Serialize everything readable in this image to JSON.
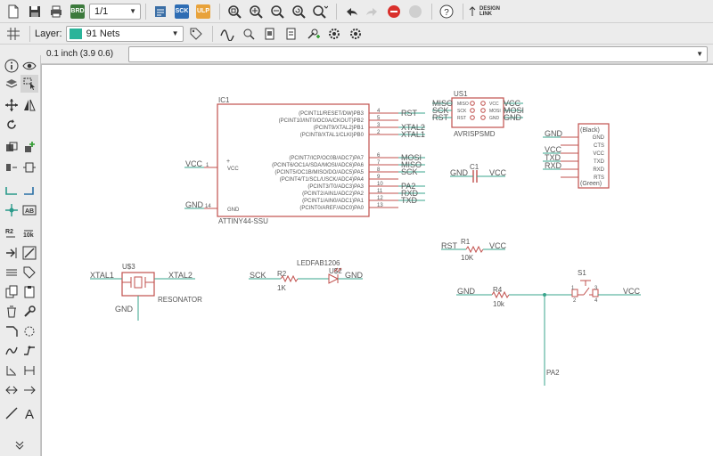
{
  "toolbar": {
    "sheet_value": "1/1",
    "sheet_badge": "BRD",
    "sck_badge": "SCK",
    "ulp_badge": "ULP",
    "design_link_label": "DESIGN LINK"
  },
  "toolbar2": {
    "layer_label": "Layer:",
    "layer_value": "91 Nets",
    "layer_color": "#2ab49a"
  },
  "command": {
    "coord_readout": "0.1 inch (3.9 0.6)",
    "input_value": ""
  },
  "colors": {
    "net": "#3aa58c",
    "part": "#c0504d",
    "text": "#555555"
  },
  "schematic": {
    "ic1": {
      "name": "IC1",
      "value": "ATTINY44-SSU",
      "left_pins": [
        {
          "label": "VCC",
          "num": "1",
          "net": "VCC"
        },
        {
          "label": "GND",
          "num": "14",
          "net": "GND"
        }
      ],
      "right_pins": [
        {
          "label": "(PCINT11/RESET/DW)PB3",
          "num": "4",
          "net": "RST"
        },
        {
          "label": "(PCINT10/INT0/OC0A/CKOUT)PB2",
          "num": "5",
          "net": ""
        },
        {
          "label": "(PCINT9/XTAL2)PB1",
          "num": "3",
          "net": "XTAL2"
        },
        {
          "label": "(PCINT8/XTAL1/CLKI)PB0",
          "num": "2",
          "net": "XTAL1"
        },
        {
          "label": "(PCINT7/ICP/OC0B/ADC7)PA7",
          "num": "6",
          "net": "MOSI"
        },
        {
          "label": "(PCINT6/OC1A/SDA/MOSI/ADC6)PA6",
          "num": "7",
          "net": "MISO"
        },
        {
          "label": "(PCINT5/OC1B/MISO/DO/ADC5)PA5",
          "num": "8",
          "net": "SCK"
        },
        {
          "label": "(PCINT4/T1/SCL/USCK/ADC4)PA4",
          "num": "9",
          "net": ""
        },
        {
          "label": "(PCINT3/T0/ADC3)PA3",
          "num": "10",
          "net": "PA2"
        },
        {
          "label": "(PCINT2/AIN1/ADC2)PA2",
          "num": "11",
          "net": "RXD"
        },
        {
          "label": "(PCINT1/AIN0/ADC1)PA1",
          "num": "12",
          "net": "TXD"
        },
        {
          "label": "(PCINT0/AREF/ADC0)PA0",
          "num": "13",
          "net": ""
        }
      ],
      "inner_vcc": "VCC",
      "inner_gnd": "GND"
    },
    "us1": {
      "name": "US1",
      "value": "AVRISPSMD",
      "left_nets": [
        "MISO",
        "SCK",
        "RST"
      ],
      "right_nets": [
        "VCC",
        "MOSI",
        "GND"
      ],
      "inner_left": [
        "MISO",
        "SCK",
        "RST"
      ],
      "inner_right": [
        "VCC",
        "MOSI",
        "GND"
      ]
    },
    "c1": {
      "name": "C1",
      "left": "GND",
      "right": "VCC"
    },
    "ftdi": {
      "top": "(Black)",
      "bottom": "(Green)",
      "pins": [
        "GND",
        "CTS",
        "VCC",
        "TXD",
        "RXD",
        "RTS"
      ],
      "nets": [
        "GND",
        "",
        "VCC",
        "TXD",
        "RXD",
        ""
      ]
    },
    "r1": {
      "name": "R1",
      "value": "10K",
      "left": "RST",
      "right": "VCC"
    },
    "u3": {
      "name": "U$3",
      "value": "RESONATOR",
      "left": "XTAL1",
      "right": "XTAL2",
      "bottom": "GND"
    },
    "r2": {
      "name": "R2",
      "value": "1K",
      "left": "SCK"
    },
    "led": {
      "name": "U$2",
      "value": "LEDFAB1206",
      "right": "GND"
    },
    "r4": {
      "name": "R4",
      "value": "10k",
      "left": "GND",
      "bottom": "PA2"
    },
    "s1": {
      "name": "S1",
      "right": "VCC",
      "pins": [
        "2",
        "4",
        "1",
        "3"
      ]
    }
  }
}
